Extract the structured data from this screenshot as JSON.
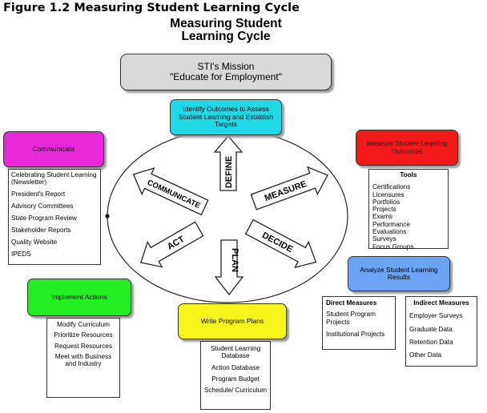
{
  "figure_caption": "Figure  1.2 Measuring Student Learning Cycle",
  "title_line1": "Measuring Student",
  "title_line2": "Learning Cycle",
  "mission": {
    "line1": "STI's Mission",
    "line2": "\"Educate for Employment\""
  },
  "stages": {
    "identify": "Identify Outcomes to Assess Student Learning and Establish Targets",
    "communicate": "Communicate",
    "measure": "Meseure Student Learning Outcomes",
    "analyze": "Analyze Student Learning Results",
    "implement": "Implement Actions",
    "write": "Write Program Plans"
  },
  "arrows": {
    "define": "DEFINE",
    "measure": "MEASURE",
    "decide": "DECIDE",
    "plan": "PLAN",
    "act": "ACT",
    "communicate": "COMMUNICATE"
  },
  "communicate_items": [
    "Celebrating Student Learning (Newsletter)",
    "President's Report",
    "Advisory Committees",
    "State Program Review",
    "Stakeholder Reports",
    "Quality Website",
    "IPEDS"
  ],
  "tools": {
    "title": "Tools",
    "items": [
      "Certifications",
      "Licensures",
      "Portfolios",
      "Projects",
      "Exams",
      "Performance",
      "Evaluations",
      "Surveys",
      "Focus Groups"
    ]
  },
  "implement_items": [
    "Modify Curriculum",
    "Prioritize Resources",
    "Request Resources",
    "Meet with Business and Industry"
  ],
  "write_items": [
    "Student Learning Database",
    "Action Database",
    "Program Budget",
    "Schedule/ Curriculum"
  ],
  "direct_measures": {
    "title": "Direct Measures",
    "items": [
      "Student Program Projects",
      "Institutional Projects"
    ]
  },
  "indirect_measures": {
    "title": "Indirect Measures",
    "items": [
      "Employer Surveys",
      "Graduate Data",
      "Retention Data",
      "Other Data"
    ]
  }
}
